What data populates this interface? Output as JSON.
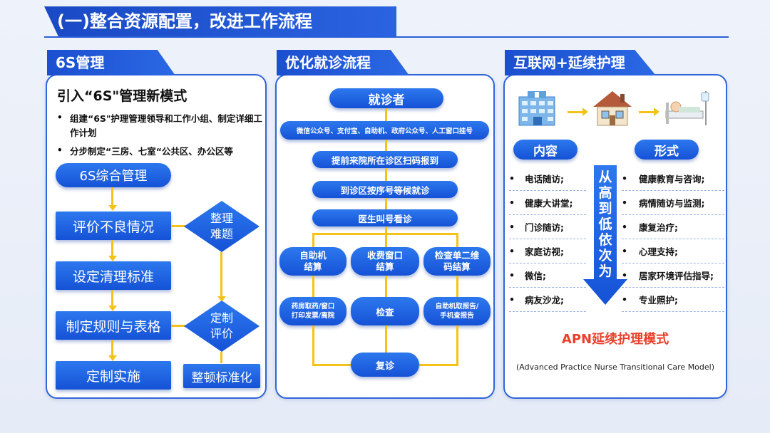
{
  "slide_title": "(一)整合资源配置，改进工作流程",
  "panel1": {
    "tab": "6S管理",
    "heading": "引入“6S\"管理新模式",
    "bullets": [
      "组建“6S\"护理管理领导和工作小组、制定详细工作计划",
      "分步制定“三房、七室“公共区、办公区等"
    ],
    "flow": {
      "top": "6S综合管理",
      "step1": "评价不良情况",
      "step2": "设定清理标准",
      "step3": "制定规则与表格",
      "step4": "定制实施",
      "diamond1": "整理\n难题",
      "diamond2": "定制\n评价",
      "bottom_right": "整顿标准化"
    }
  },
  "panel2": {
    "tab": "优化就诊流程",
    "patient": "就诊者",
    "channels": "微信公众号、支付宝、自助机、政府公众号、人工窗口挂号",
    "step_checkin": "提前来院所在诊区扫码报到",
    "step_wait": "到诊区按序号等候就诊",
    "step_call": "医生叫号看诊",
    "pay_options": [
      "自助机\n结算",
      "收费窗口\n结算",
      "检查单二维\n码结算"
    ],
    "after_options": [
      "药房取药/窗口\n打印发票/离院",
      "检查",
      "自助机取报告/\n手机查报告"
    ],
    "revisit": "复诊"
  },
  "panel3": {
    "tab": "互联网+延续护理",
    "content_label": "内容",
    "form_label": "形式",
    "content_items": [
      "电话随访;",
      "健康大讲堂;",
      "门诊随访;",
      "家庭访视;",
      "微信;",
      "病友沙龙;"
    ],
    "form_items": [
      "健康教育与咨询;",
      "病情随访与监测;",
      "康复治疗;",
      "心理支持;",
      "居家环境评估指导;",
      "专业照护;"
    ],
    "arrow_text": [
      "从",
      "高",
      "到",
      "低",
      "依",
      "次",
      "为"
    ],
    "model_title": "APN延续护理模式",
    "model_subtitle": "(Advanced Practice Nurse Transitional Care Model)"
  },
  "colors": {
    "primary_blue": "#1f5fdc",
    "connector_yellow": "#f5c21a",
    "model_red": "#e8402a"
  }
}
